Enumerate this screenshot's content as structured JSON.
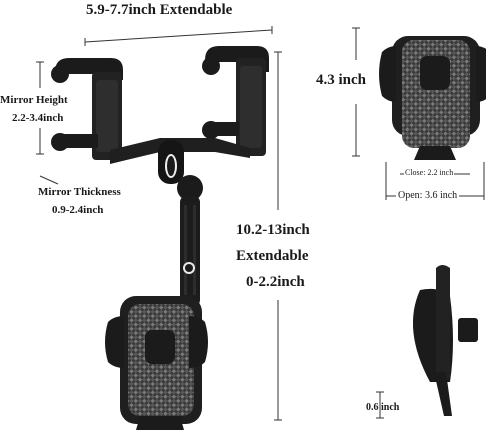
{
  "labels": {
    "extendable_width": "5.9-7.7inch Extendable",
    "mirror_height_title": "Mirror Height",
    "mirror_height_value": "2.2-3.4inch",
    "mirror_thickness_title": "Mirror Thickness",
    "mirror_thickness_value": "0.9-2.4inch",
    "arm_length": "10.2-13inch",
    "arm_extendable": "Extendable",
    "arm_extension": "0-2.2inch",
    "holder_height": "4.3 inch",
    "close_width": "Close: 2.2 inch",
    "open_width": "Open: 3.6 inch",
    "hook_depth": "0.6 inch"
  },
  "colors": {
    "product_black": "#1b1b1b",
    "product_dark": "#2a2a2a",
    "carbon_light": "#6b6b6b",
    "line": "#333333"
  }
}
